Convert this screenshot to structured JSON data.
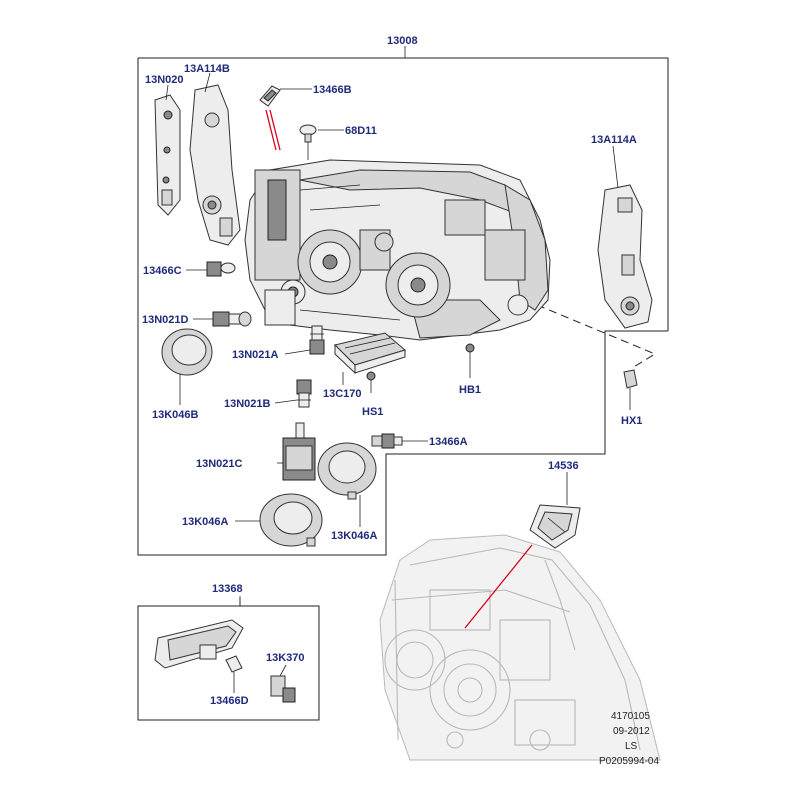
{
  "diagram": {
    "part_labels": {
      "p13008": "13008",
      "p13A114B": "13A114B",
      "p13N020": "13N020",
      "p13466B": "13466B",
      "p68D11": "68D11",
      "p13A114A": "13A114A",
      "p13466C": "13466C",
      "p13N021D": "13N021D",
      "p13N021A": "13N021A",
      "p13K046B": "13K046B",
      "p13N021B": "13N021B",
      "p13C170": "13C170",
      "pHS1": "HS1",
      "pHB1": "HB1",
      "pHX1": "HX1",
      "p13466A": "13466A",
      "p13N021C": "13N021C",
      "p13K046A_left": "13K046A",
      "p13K046A_right": "13K046A",
      "p14536": "14536",
      "p13368": "13368",
      "p13K370": "13K370",
      "p13466D": "13466D"
    },
    "footer": {
      "ref_number": "4170105",
      "date": "09-2012",
      "code": "LS",
      "drawing_id": "P0205994-04"
    },
    "colors": {
      "label_color": "#1f2a7a",
      "highlight_line": "#d9001b",
      "line": "#222222"
    }
  }
}
